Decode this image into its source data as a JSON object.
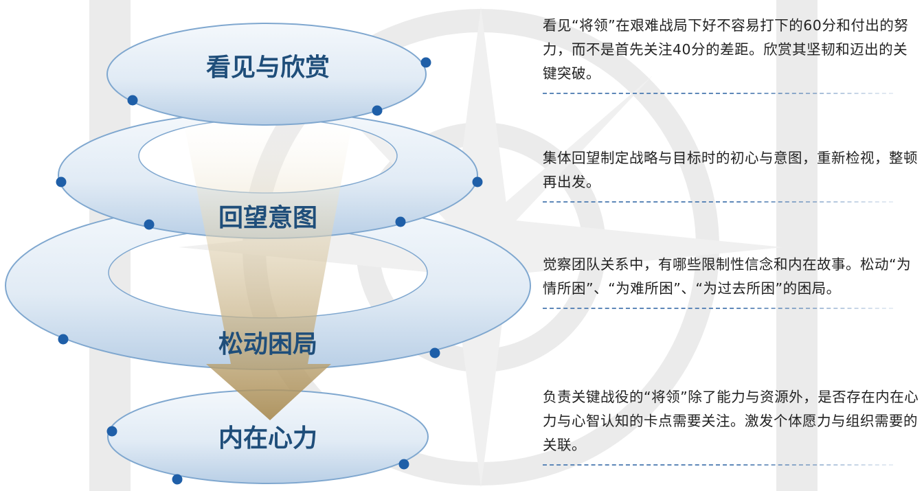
{
  "diagram": {
    "levels": [
      {
        "label": "看见与欣赏",
        "description": "看见“将领”在艰难战局下好不容易打下的60分和付出的努力，而不是首先关注40分的差距。欣赏其坚韧和迈出的关键突破。"
      },
      {
        "label": "回望意图",
        "description": "集体回望制定战略与目标时的初心与意图，重新检视，整顿再出发。"
      },
      {
        "label": "松动困局",
        "description": "觉察团队关系中，有哪些限制性信念和内在故事。松动“为情所困”、“为难所困”、“为过去所困”的困局。"
      },
      {
        "label": "内在心力",
        "description": "负责关键战役的“将领”除了能力与资源外，是否存在内在心力与心智认知的卡点需要关注。激发个体愿力与组织需要的关联。"
      }
    ]
  },
  "colors": {
    "label": "#1f4e7a",
    "dot": "#1f5fa8",
    "ring_stroke": "#7fa7cf",
    "arrow": "#b59a63",
    "watermark": "#e6e6e6"
  }
}
